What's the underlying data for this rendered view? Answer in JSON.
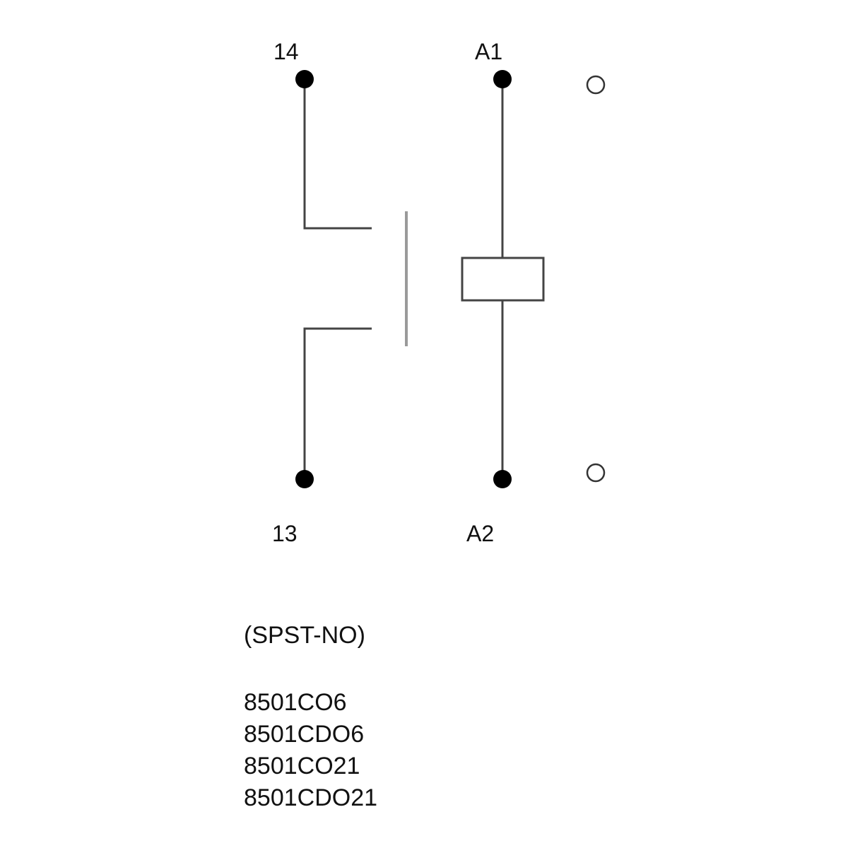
{
  "terminals": {
    "contact_top": "14",
    "contact_bottom": "13",
    "coil_top": "A1",
    "coil_bottom": "A2"
  },
  "contact_type": "(SPST-NO)",
  "models": [
    "8501CO6",
    "8501CDO6",
    "8501CO21",
    "8501CDO21"
  ]
}
